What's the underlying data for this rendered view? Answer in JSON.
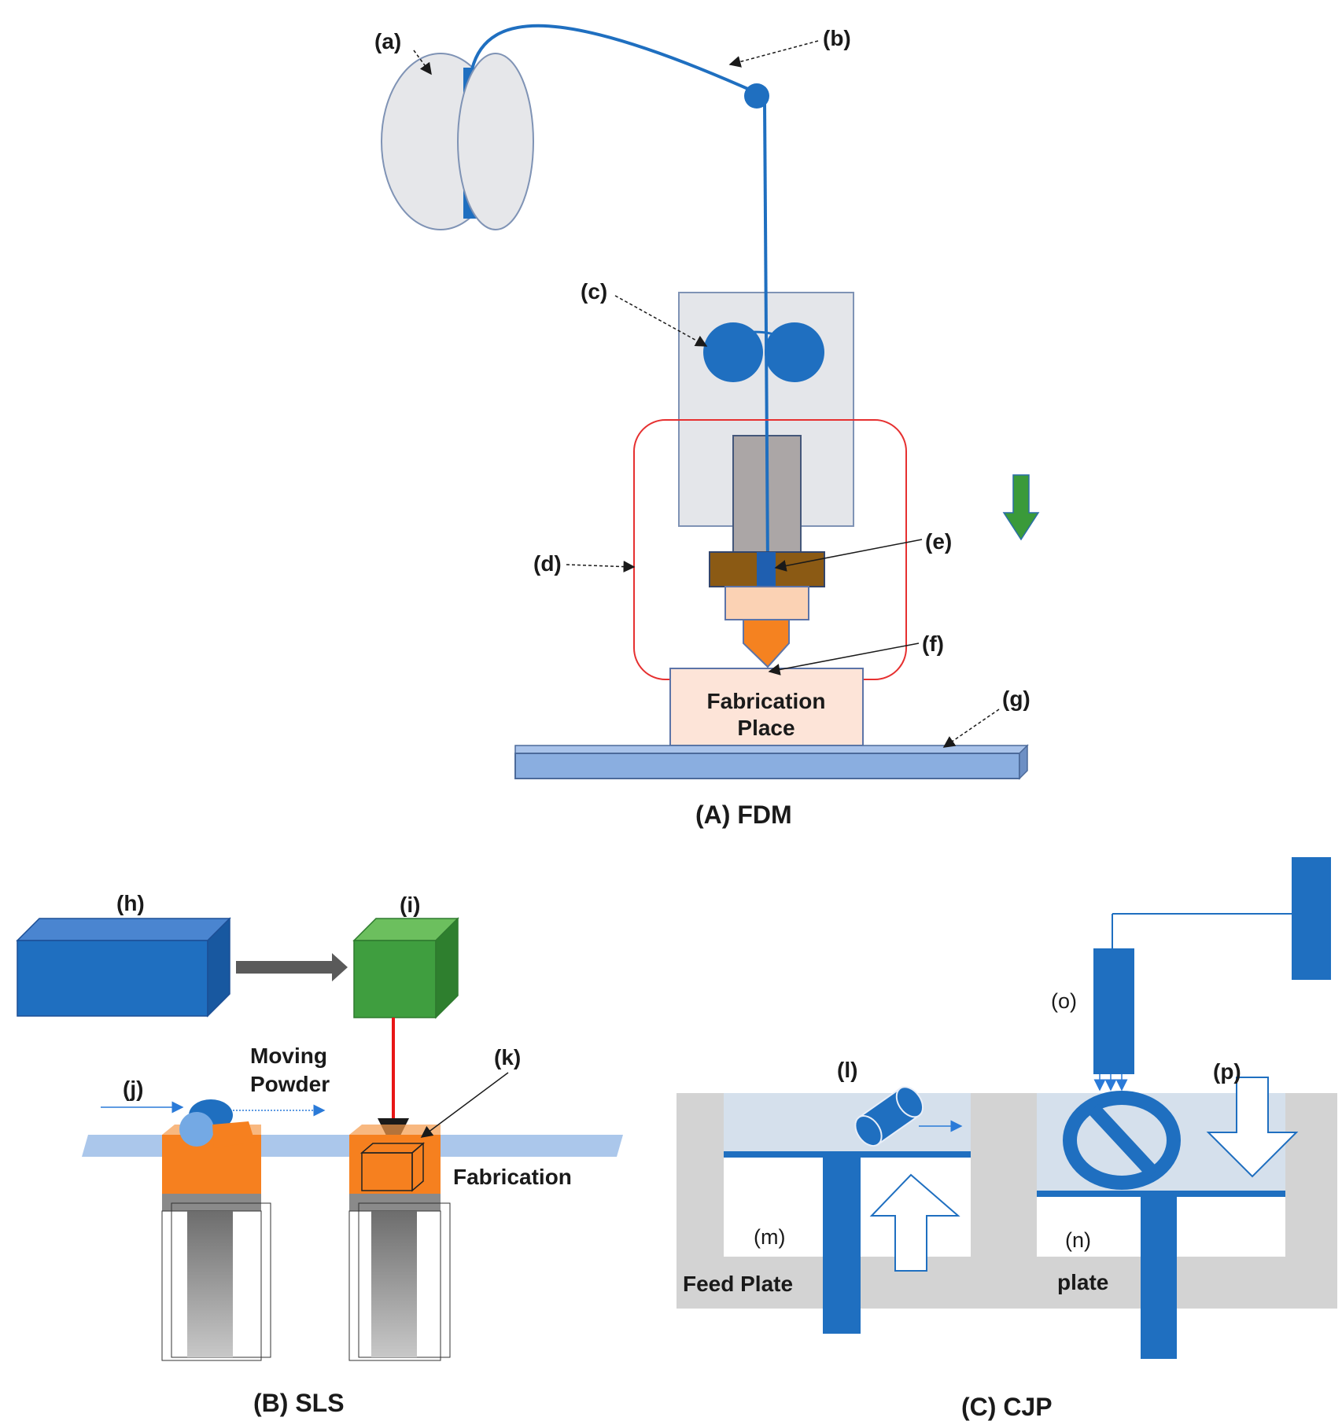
{
  "fdm": {
    "caption": "(A)  FDM",
    "labels": {
      "a": "(a)",
      "b": "(b)",
      "c": "(c)",
      "d": "(d)",
      "e": "(e)",
      "f": "(f)",
      "g": "(g)"
    },
    "fabrication_line1": "Fabrication",
    "fabrication_line2": "Place"
  },
  "sls": {
    "caption": "(B)  SLS",
    "labels": {
      "h": "(h)",
      "i": "(i)",
      "j": "(j)",
      "k": "(k)"
    },
    "moving_line1": "Moving",
    "moving_line2": "Powder",
    "fabrication": "Fabrication"
  },
  "cjp": {
    "caption": "(C)  CJP",
    "labels": {
      "l": "(l)",
      "m": "(m)",
      "n": "(n)",
      "o": "(o)",
      "p": "(p)"
    },
    "feed_plate": "Feed Plate",
    "plate": "plate"
  },
  "colors": {
    "filament_blue": "#1f6fc0",
    "housing_gray": "#e4e6ea",
    "hotend_red": "#e63030",
    "heater_brown": "#8b5a14",
    "nozzle_orange": "#f58220",
    "peach": "#fbd2b4",
    "bed_blue": "#8aaee0",
    "arrow_green": "#3a9a3a",
    "laser_green": "#3f9e3f",
    "laser_red": "#e81515",
    "powder_orange": "#f6801f",
    "cjp_gray": "#d3d3d3",
    "cjp_fill": "#d5e0ec"
  },
  "icons": [
    "filament-spool-icon",
    "feed-roller-icon",
    "extruder-nozzle-icon",
    "laser-source-icon",
    "scanner-icon",
    "recoater-roller-icon",
    "print-head-icon",
    "down-arrow-icon",
    "up-arrow-icon"
  ]
}
